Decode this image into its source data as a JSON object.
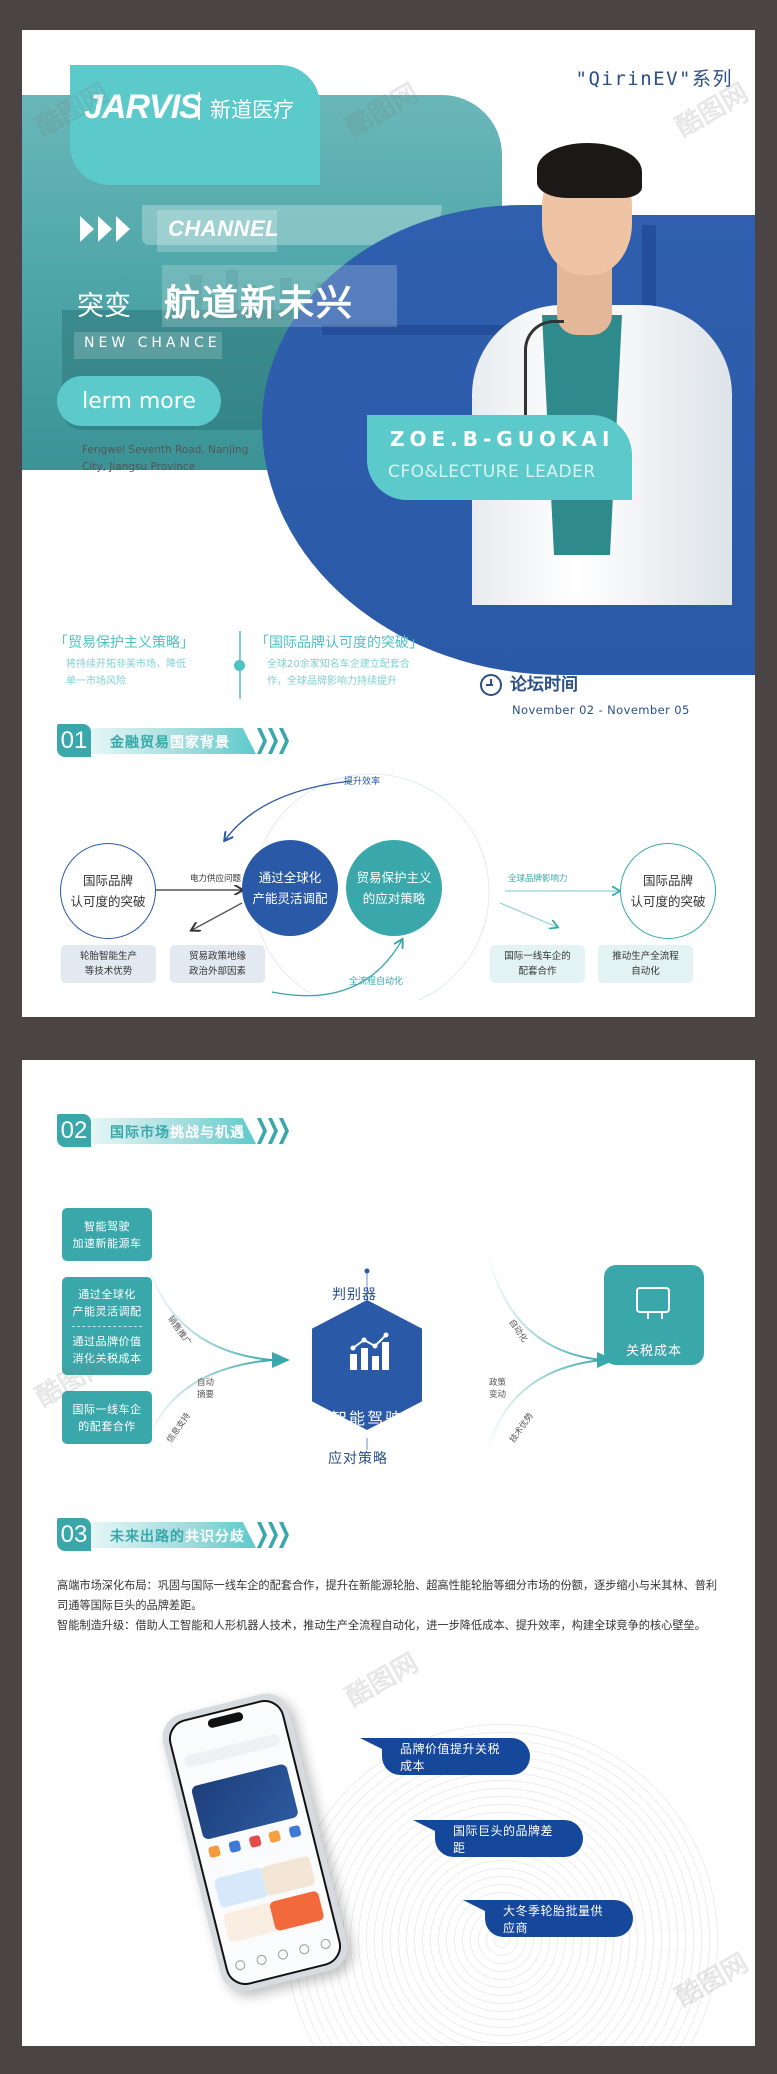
{
  "page1": {
    "brand": {
      "logo": "JARVIS",
      "name_cn": "新道医疗"
    },
    "series": "\"QirinEV\"系列",
    "hero": {
      "channel": "CHANNEL",
      "title_small": "突变",
      "title_large": "航道新未兴",
      "subtitle": "NEW CHANCE",
      "cta_label": "lerm more",
      "address_line1": "Fengwei Seventh Road, Nanjing",
      "address_line2": "City, Jiangsu Province"
    },
    "speaker": {
      "name": "ZOE.B-GUOKAI",
      "title": "CFO&LECTURE LEADER"
    },
    "forum": {
      "label": "论坛时间",
      "dates": "November 02 - November 05"
    },
    "highlights": [
      {
        "title": "「贸易保护主义策略」",
        "desc_line1": "将持续开拓非美市场，降低",
        "desc_line2": "单一市场风险"
      },
      {
        "title": "「国际品牌认可度的突破」",
        "desc_line1": "全球20余家知名车企建立配套合",
        "desc_line2": "作，全球品牌影响力持续提升"
      }
    ],
    "section1": {
      "number": "01",
      "title_a": "金融贸易",
      "title_b": "国家背景",
      "left_circle": {
        "line1": "国际品牌",
        "line2": "认可度的突破"
      },
      "center_left": {
        "line1": "通过全球化",
        "line2": "产能灵活调配"
      },
      "center_right": {
        "line1": "贸易保护主义",
        "line2": "的应对策略"
      },
      "right_circle": {
        "line1": "国际品牌",
        "line2": "认可度的突破"
      },
      "arrow_left_label": "电力供应问题",
      "arrow_right_label": "全球品牌影响力",
      "arc_top_label": "提升效率",
      "arc_bottom_label": "全流程自动化",
      "tags": [
        {
          "line1": "轮胎智能生产",
          "line2": "等技术优势"
        },
        {
          "line1": "贸易政策地缘",
          "line2": "政治外部因素"
        },
        {
          "line1": "国际一线车企的",
          "line2": "配套合作"
        },
        {
          "line1": "推动生产全流程",
          "line2": "自动化"
        }
      ]
    }
  },
  "page2": {
    "section2": {
      "number": "02",
      "title_a": "国际市场",
      "title_b": "挑战与机遇",
      "left_boxes": [
        {
          "line1": "智能驾驶",
          "line2": "加速新能源车"
        },
        {
          "line1": "通过全球化",
          "line2": "产能灵活调配",
          "line3": "通过品牌价值",
          "line4": "消化关税成本"
        },
        {
          "line1": "国际一线车企",
          "line2": "的配套合作"
        }
      ],
      "left_flow_labels": {
        "top": "销售推广",
        "middle_line1": "自动",
        "middle_line2": "摘要",
        "bottom": "信息支持"
      },
      "right_flow_labels": {
        "top": "自动化",
        "middle_line1": "政策",
        "middle_line2": "变动",
        "bottom": "技术优势"
      },
      "hub_label": "智能驾驶",
      "hub_top_label": "判别器",
      "hub_bottom_label": "应对策略",
      "output_label": "关税成本"
    },
    "section3": {
      "number": "03",
      "title_a": "未来出路的",
      "title_b": "共识分歧",
      "paragraph1": "高端市场深化布局：巩固与国际一线车企的配套合作，提升在新能源轮胎、超高性能轮胎等细分市场的份额，逐步缩小与米其林、普利司通等国际巨头的品牌差距。",
      "paragraph2": "智能制造升级：借助人工智能和人形机器人技术，推动生产全流程自动化，进一步降低成本、提升效率，构建全球竞争的核心壁垒。",
      "bubbles": [
        "品牌价值提升关税成本",
        "国际巨头的品牌差距",
        "大冬季轮胎批量供应商"
      ]
    }
  },
  "colors": {
    "teal": "#5ccacb",
    "teal_dark": "#3aa8ab",
    "navy": "#2a59a8",
    "navy_text": "#2a4f8a",
    "bubble": "#15479a",
    "frame": "#4a4444"
  }
}
